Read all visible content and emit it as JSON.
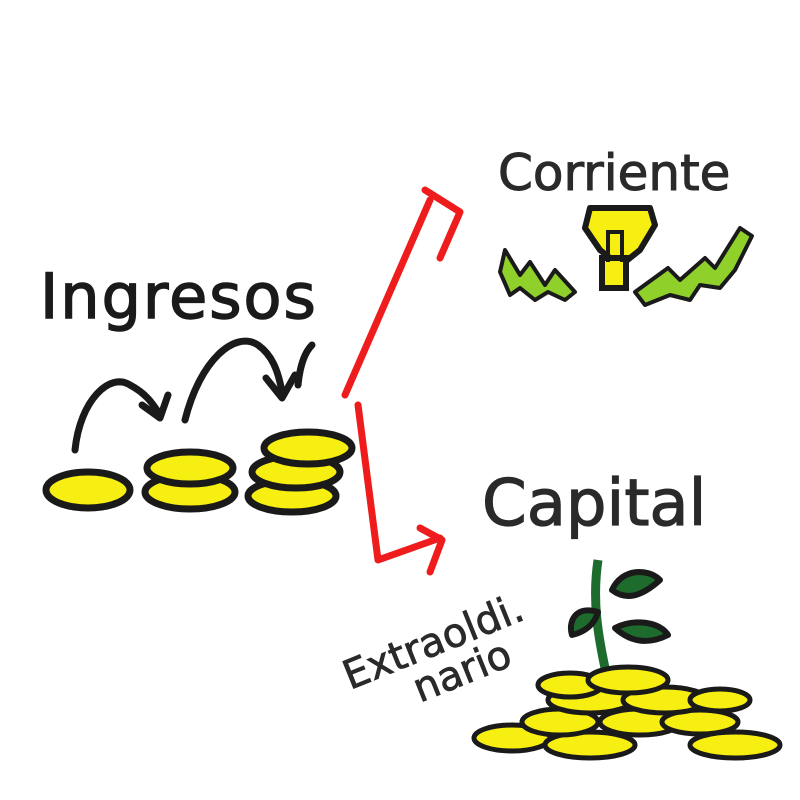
{
  "labels": {
    "ingresos": "Ingresos",
    "corriente": "Corriente",
    "capital": "Capital",
    "extraordinario_line1": "Extraoldi.",
    "extraordinario_line2": "nario"
  },
  "colors": {
    "ink": "#1a1a1a",
    "arrow": "#ee1c1c",
    "coin": "#f7ee12",
    "bulb": "#f7ee12",
    "lightning": "#8fd12a",
    "leaf": "#1e6b2e"
  },
  "icons": {
    "coins": "coin-stack-icon",
    "bulb": "lightbulb-icon",
    "plant": "sprout-icon",
    "arrow": "arrow-icon"
  }
}
